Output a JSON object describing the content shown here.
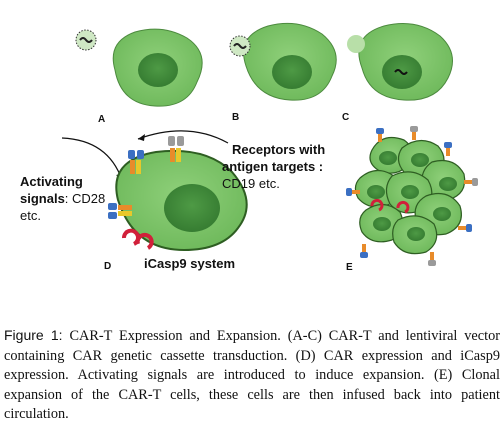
{
  "panels": {
    "a": "A",
    "b": "B",
    "c": "C",
    "d": "D",
    "e": "E"
  },
  "labels": {
    "receptors_line1": "Receptors with",
    "receptors_line2": "antigen targets :",
    "receptors_line3": "CD19 etc.",
    "activating_line1": "Activating",
    "activating_line2_bold": "signals",
    "activating_line2_rest": ": CD28",
    "activating_line3": "etc.",
    "icasp9": "iCasp9 system"
  },
  "caption": {
    "figure_label": "Figure 1:",
    "text": "CAR-T Expression and Expansion. (A-C) CAR-T and lentiviral vector containing CAR genetic cassette transduction. (D) CAR expression and iCasp9 expression. Activating signals are introduced to induce expansion. (E) Clonal expansion of the CAR-T cells, these cells are then infused back into patient circulation."
  },
  "colors": {
    "cell_fill": "#7ec56a",
    "cell_stroke": "#2e5e22",
    "nucleus": "#3f8a3a",
    "receptor_blue": "#3b6fc2",
    "receptor_orange": "#e88b2a",
    "receptor_gray": "#9a9a9a",
    "icasp_red": "#d1203a"
  }
}
